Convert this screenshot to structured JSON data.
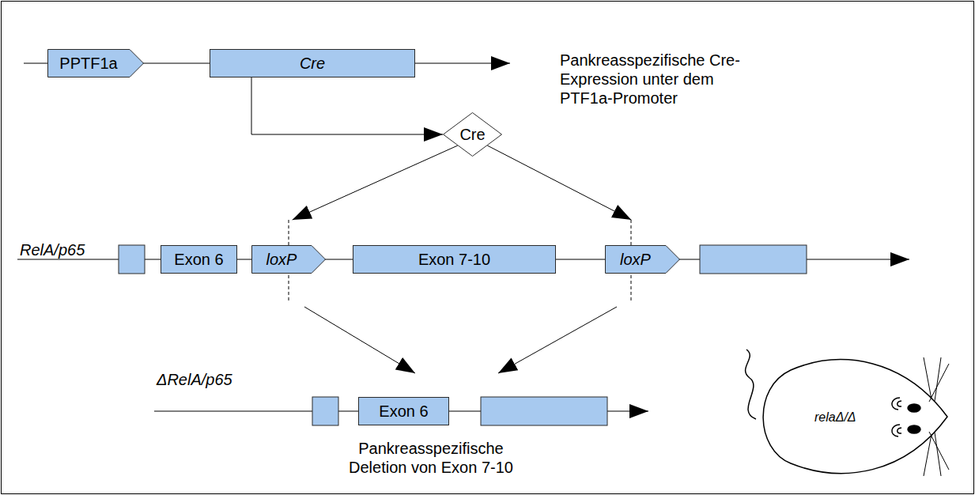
{
  "diagram": {
    "nodes": [
      {
        "text": [
          "PPTF1a"
        ]
      },
      {
        "text": [
          "Cre"
        ]
      },
      {
        "text": [
          "Cre"
        ]
      },
      {
        "text": [
          "Exon 6"
        ]
      },
      {
        "text": [
          "loxP"
        ]
      },
      {
        "text": [
          "Exon 7-10"
        ]
      },
      {
        "text": [
          "loxP"
        ]
      },
      {
        "text": [
          "Exon 6"
        ]
      }
    ],
    "edges": [
      {
        "from": 1,
        "to": 2,
        "arrow": "to"
      },
      {
        "from": 2,
        "to": 4,
        "arrow": "to"
      },
      {
        "from": 2,
        "to": 6,
        "arrow": "to"
      }
    ],
    "labels": [
      "Pankreasspezifische Cre-Expression unter dem PTF1a-Promoter",
      "RelA/p65",
      "ΔRelA/p65",
      "Pankreasspezifische Deletion von Exon 7-10",
      "relaΔ/Δ"
    ]
  }
}
